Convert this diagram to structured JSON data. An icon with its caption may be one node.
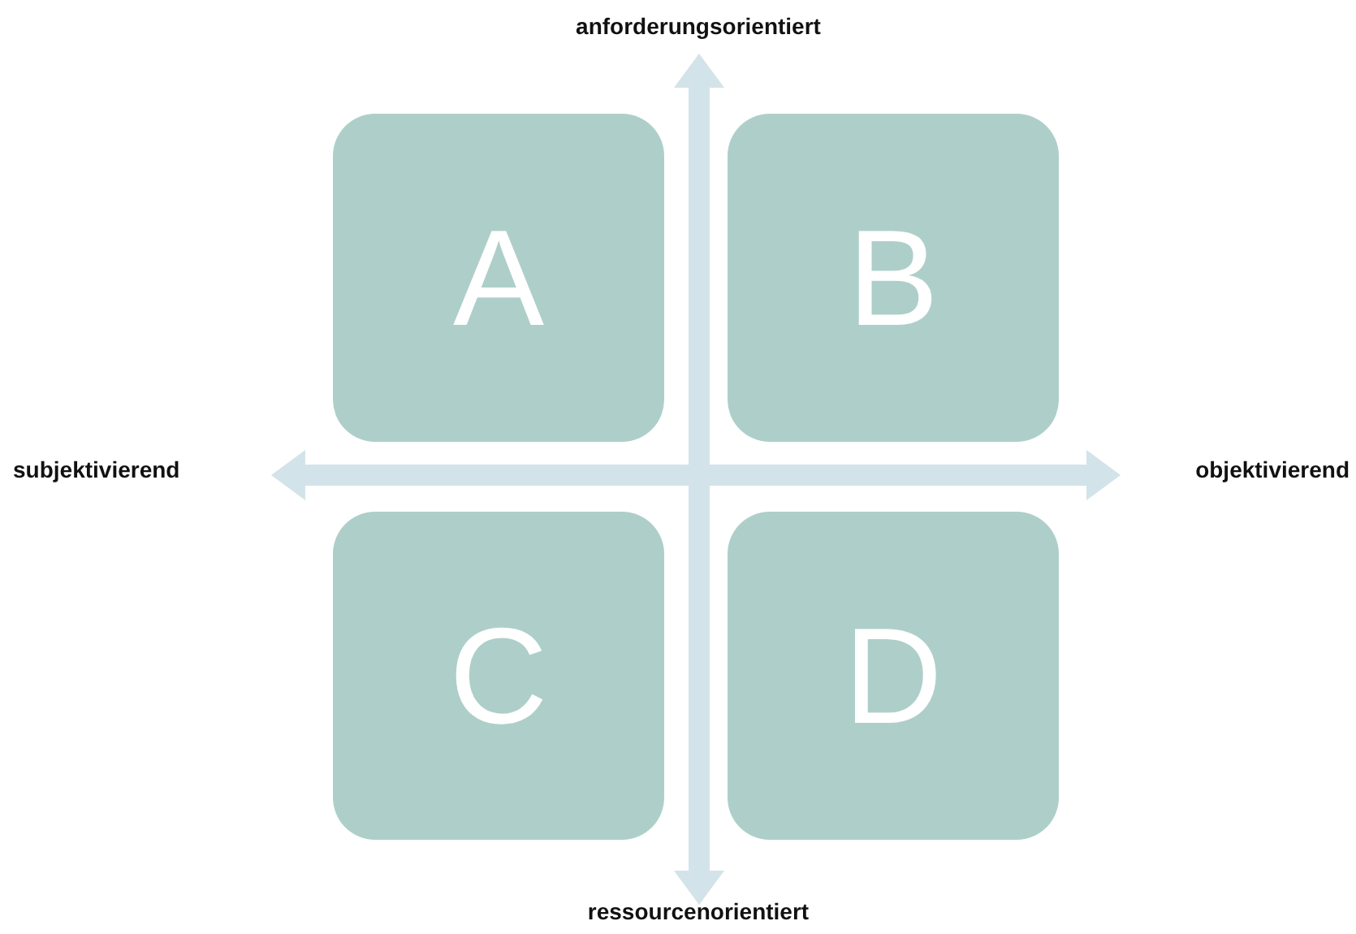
{
  "diagram": {
    "nodes": [
      {
        "text": [
          "A"
        ]
      },
      {
        "text": [
          "B"
        ]
      },
      {
        "text": [
          "C"
        ]
      },
      {
        "text": [
          "D"
        ]
      }
    ],
    "labels": [
      "anforderungsorientiert",
      "subjektivierend",
      "objektivierend",
      "ressourcenorientiert"
    ]
  }
}
